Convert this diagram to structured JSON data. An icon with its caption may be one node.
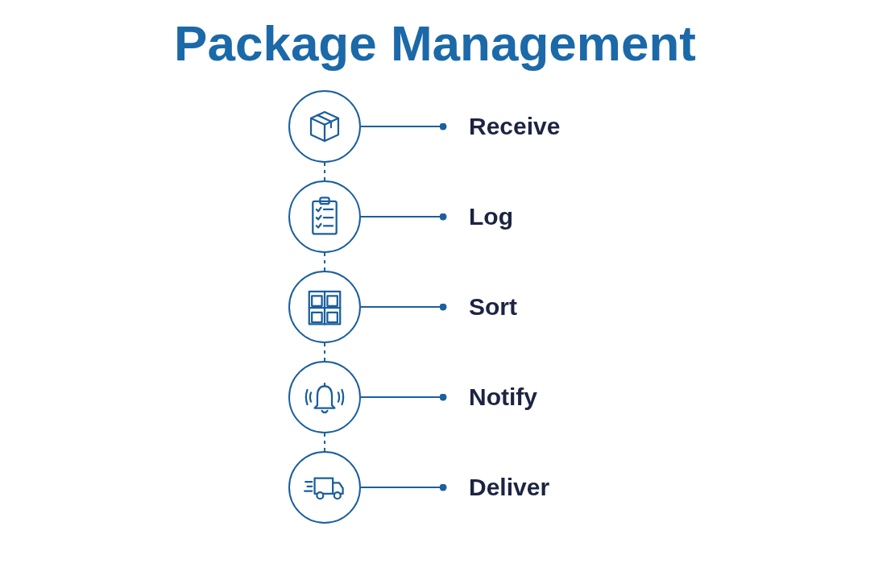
{
  "diagram": {
    "title": "Package Management",
    "nodes": [
      {
        "text": [],
        "shape": "circle"
      },
      {
        "text": [
          "Receive"
        ]
      },
      {
        "text": [],
        "shape": "circle"
      },
      {
        "text": [
          "Log"
        ]
      },
      {
        "text": [],
        "shape": "circle"
      },
      {
        "text": [
          "Sort"
        ]
      },
      {
        "text": [],
        "shape": "circle"
      },
      {
        "text": [
          "Notify"
        ]
      },
      {
        "text": [],
        "shape": "circle"
      },
      {
        "text": [
          "Deliver"
        ]
      }
    ],
    "edges": [
      {
        "from": 0,
        "to": 1,
        "arrow": "other"
      },
      {
        "from": 2,
        "to": 3,
        "arrow": "other"
      },
      {
        "from": 4,
        "to": 5,
        "arrow": "other"
      },
      {
        "from": 6,
        "to": 7,
        "arrow": "other"
      },
      {
        "from": 8,
        "to": 9,
        "arrow": "other"
      },
      {
        "from": 0,
        "to": 2,
        "arrow": "none",
        "style": "dashed"
      },
      {
        "from": 2,
        "to": 4,
        "arrow": "none",
        "style": "dashed"
      },
      {
        "from": 4,
        "to": 6,
        "arrow": "none",
        "style": "dashed"
      },
      {
        "from": 6,
        "to": 8,
        "arrow": "none",
        "style": "dashed"
      }
    ]
  }
}
